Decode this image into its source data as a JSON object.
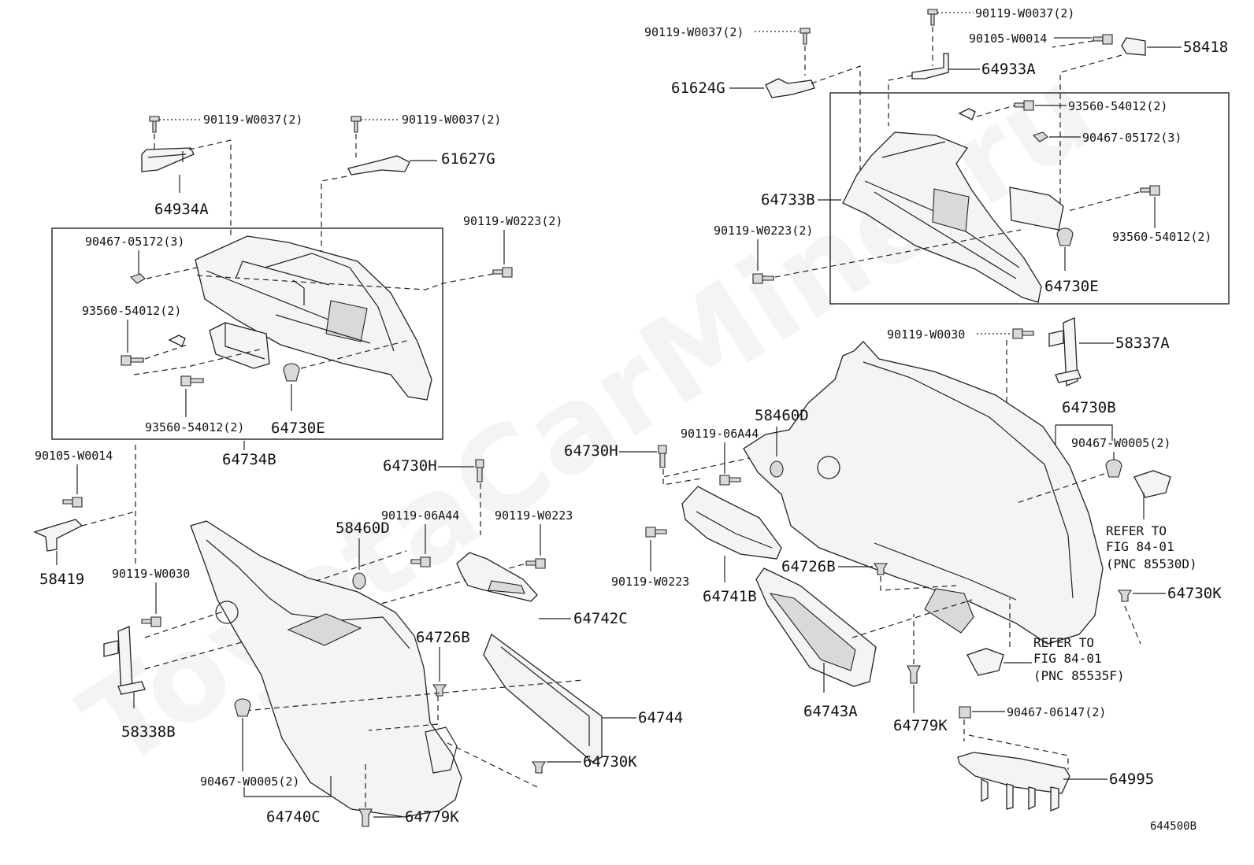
{
  "watermark": "ToyotaCarMine.ru",
  "diagram_code": "644500B",
  "left_labels": {
    "fastener_64934a": "90119-W0037(2)",
    "fastener_61627g": "90119-W0037(2)",
    "part_64934a": "64934A",
    "part_61627g": "61627G",
    "nut_box": "90467-05172(3)",
    "bolt_box_1": "93560-54012(2)",
    "bolt_box_2": "93560-54012(2)",
    "clip_box": "64730E",
    "bolt_outer": "90119-W0223(2)",
    "assembly": "64734B",
    "bolt_58419": "90105-W0014",
    "part_58419": "58419",
    "clip_64730h": "64730H",
    "part_58460d": "58460D",
    "bolt_06a44": "90119-06A44",
    "bolt_w0223": "90119-W0223",
    "bolt_w0030": "90119-W0030",
    "part_64742c": "64742C",
    "part_64726b": "64726B",
    "part_58338b": "58338B",
    "part_64744": "64744",
    "part_64730k": "64730K",
    "clip_w0005": "90467-W0005(2)",
    "part_64740c": "64740C",
    "part_64779k": "64779K"
  },
  "right_labels": {
    "bolt_top_1": "90119-W0037(2)",
    "bolt_top_2": "90119-W0037(2)",
    "bolt_w0014": "90105-W0014",
    "part_58418": "58418",
    "part_64933a": "64933A",
    "part_61624g": "61624G",
    "bolt_box_1": "93560-54012(2)",
    "nut_box": "90467-05172(3)",
    "assembly": "64733B",
    "bolt_box_2": "93560-54012(2)",
    "bolt_outer": "90119-W0223(2)",
    "clip_box": "64730E",
    "bolt_w0030": "90119-W0030",
    "part_58337a": "58337A",
    "part_64730b": "64730B",
    "part_58460d": "58460D",
    "bolt_06a44": "90119-06A44",
    "clip_64730h": "64730H",
    "clip_w0005": "90467-W0005(2)",
    "refer1_l1": "REFER TO",
    "refer1_l2": "FIG 84-01",
    "refer1_l3": "(PNC 85530D)",
    "bolt_w0223": "90119-W0223",
    "part_64741b": "64741B",
    "part_64726b": "64726B",
    "part_64730k": "64730K",
    "refer2_l1": "REFER TO",
    "refer2_l2": "FIG 84-01",
    "refer2_l3": "(PNC 85535F)",
    "part_64743a": "64743A",
    "part_64779k": "64779K",
    "nut_06147": "90467-06147(2)",
    "part_64995": "64995"
  }
}
